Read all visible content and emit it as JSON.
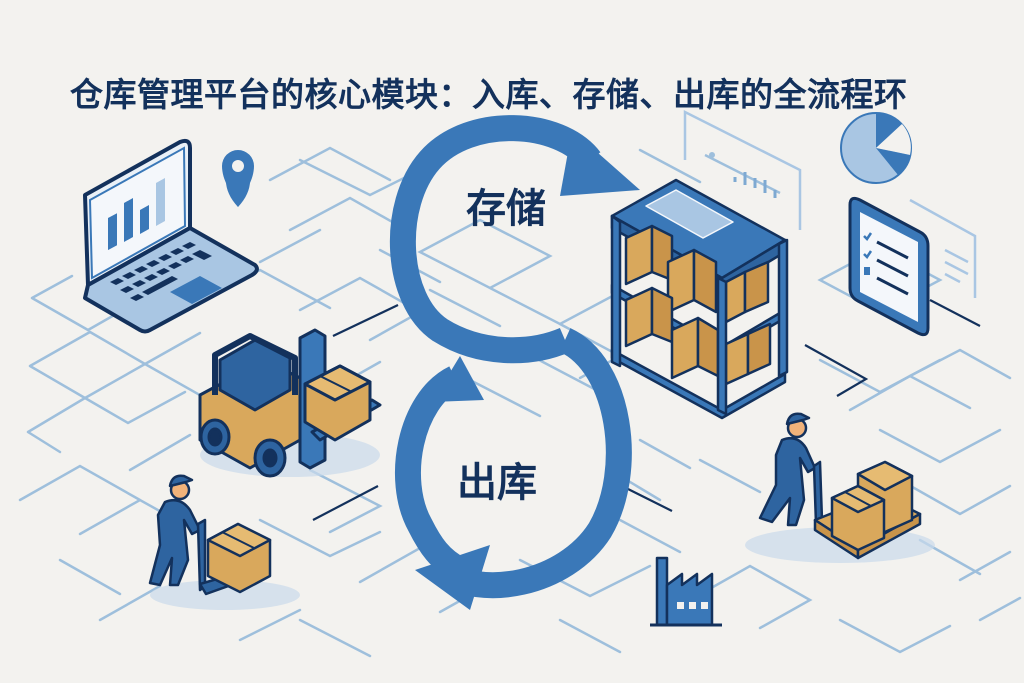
{
  "title": "仓库管理平台的核心模块：入库、存储、出库的全流程环",
  "cycle": {
    "stages": [
      {
        "id": "storage",
        "label": "存储"
      },
      {
        "id": "outbound",
        "label": "出库"
      }
    ],
    "arrow_color": "#3a78b8",
    "text_color": "#13315c"
  },
  "colors": {
    "background": "#f3f2ef",
    "grid_line": "#9ebfdc",
    "primary_blue": "#3a78b8",
    "dark_navy": "#13315c",
    "light_blue": "#a9c6e3",
    "box_tan": "#d9a85c",
    "skin": "#f0b27a"
  },
  "illustrations": [
    {
      "name": "laptop-dashboard",
      "description": "Laptop showing a bar chart"
    },
    {
      "name": "location-pin",
      "description": "Map location marker"
    },
    {
      "name": "storage-shelf",
      "description": "Blue shelving unit stacked with boxes"
    },
    {
      "name": "line-chart-panel",
      "description": "Floating analytics panel with bar chart"
    },
    {
      "name": "pie-chart",
      "description": "Pie chart"
    },
    {
      "name": "checklist-tablet",
      "description": "Tablet with checklist"
    },
    {
      "name": "forklift",
      "description": "Forklift carrying a box"
    },
    {
      "name": "worker-hand-truck-left",
      "description": "Worker pushing a pallet jack with a box"
    },
    {
      "name": "worker-pallet-right",
      "description": "Worker pulling a pallet jack with stacked boxes"
    },
    {
      "name": "factory",
      "description": "Factory building icon"
    }
  ]
}
